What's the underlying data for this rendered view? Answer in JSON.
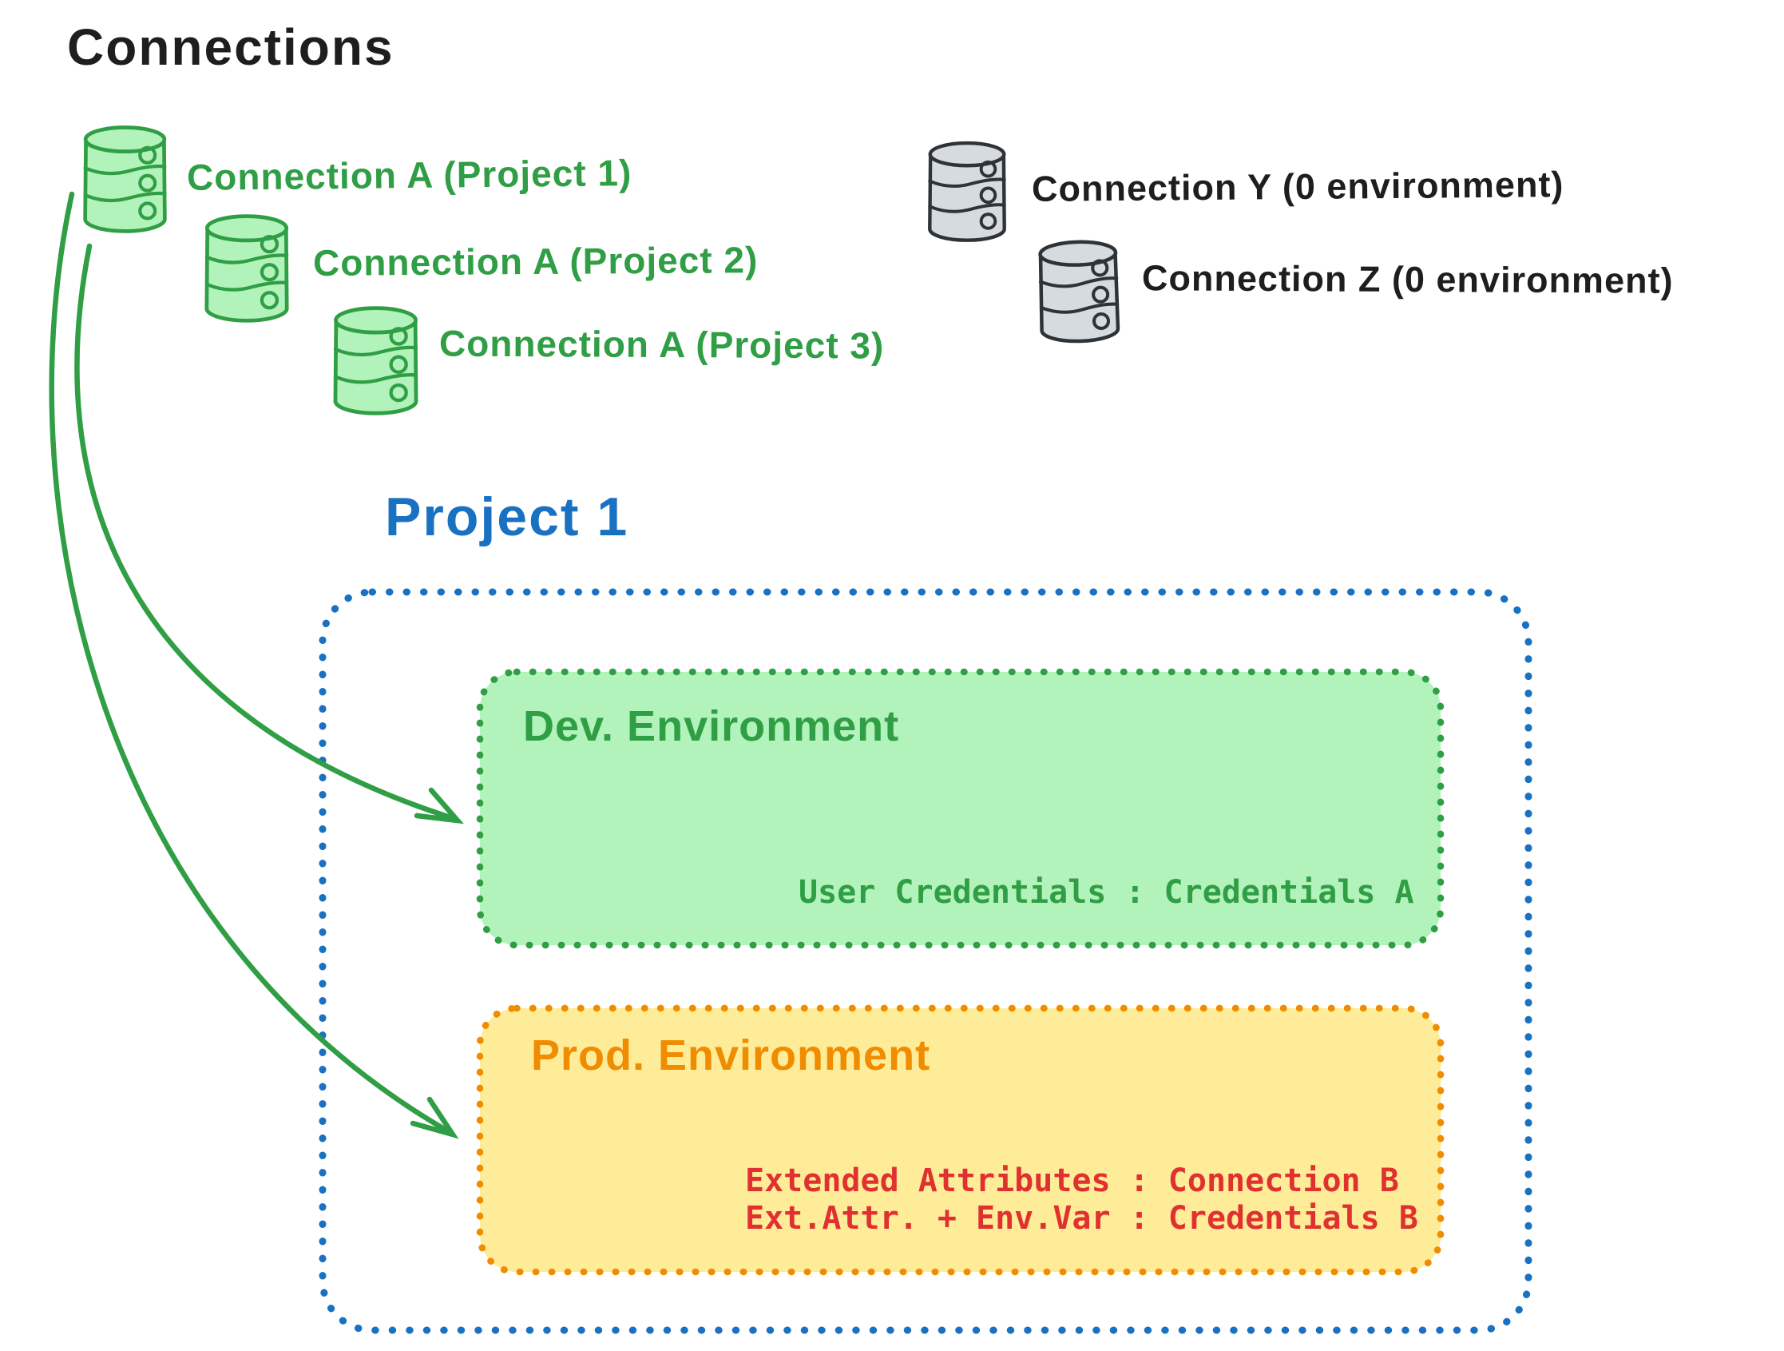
{
  "canvas": {
    "title": "Connections"
  },
  "palette": {
    "green": "#2f9e44",
    "green_fill": "#b2f2bb",
    "gray_stroke": "#2e3338",
    "gray_fill": "#d6dbe0",
    "blue": "#1971c2",
    "orange": "#f08c00",
    "orange_fill": "#ffec99",
    "red": "#e03131",
    "ink": "#1e1e1e"
  },
  "green_connections": [
    {
      "label": "Connection A (Project 1)"
    },
    {
      "label": "Connection A (Project 2)"
    },
    {
      "label": "Connection A (Project 3)"
    }
  ],
  "gray_connections": [
    {
      "label": "Connection Y (0 environment)"
    },
    {
      "label": "Connection Z (0 environment)"
    }
  ],
  "project": {
    "title": "Project 1",
    "dev": {
      "title": "Dev. Environment",
      "mapping": "User Credentials : Credentials A"
    },
    "prod": {
      "title": "Prod. Environment",
      "mapping_1": "Extended Attributes : Connection B",
      "mapping_2": "Ext.Attr. + Env.Var : Credentials B"
    }
  }
}
